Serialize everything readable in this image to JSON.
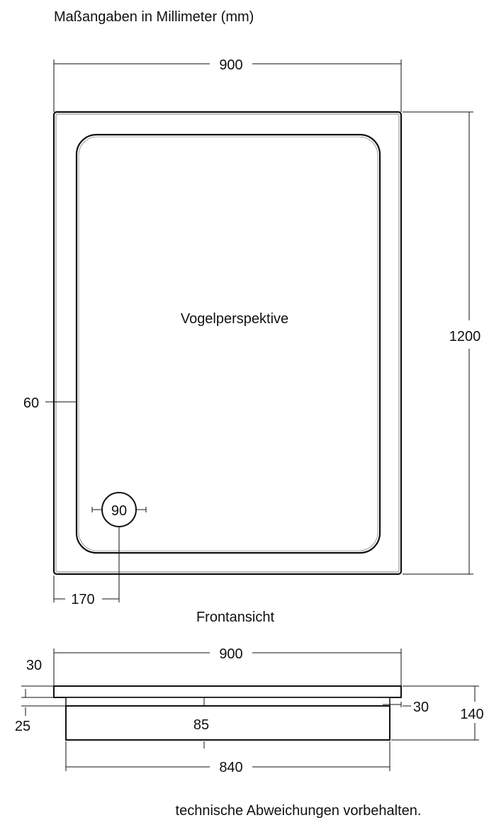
{
  "header": "Maßangaben in Millimeter (mm)",
  "top_view": {
    "title": "Vogelperspektive",
    "width": "900",
    "length": "1200",
    "rim": "60",
    "drain_diameter": "90",
    "drain_offset": "170"
  },
  "front_view": {
    "title": "Frontansicht",
    "width": "900",
    "rim_height": "30",
    "foot_gap": "25",
    "inset": "30",
    "total_height": "140",
    "foot_height": "85",
    "foot_width": "840"
  },
  "footer": "technische Abweichungen vorbehalten."
}
